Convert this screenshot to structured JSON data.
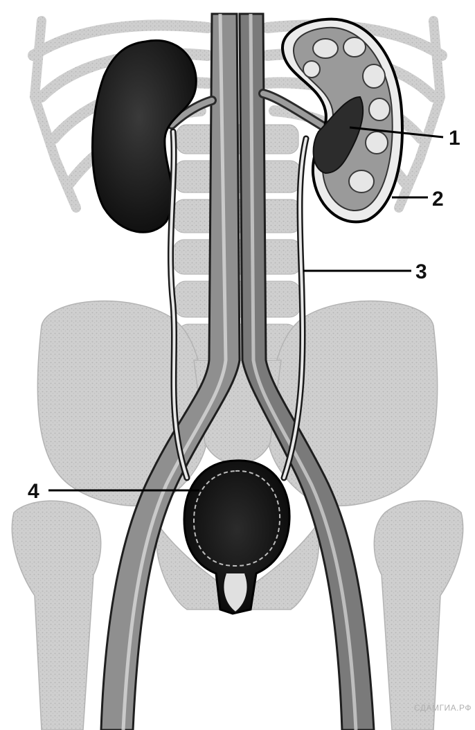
{
  "diagram": {
    "callouts": [
      {
        "id": "1",
        "label": "1"
      },
      {
        "id": "2",
        "label": "2"
      },
      {
        "id": "3",
        "label": "3"
      },
      {
        "id": "4",
        "label": "4"
      }
    ],
    "watermark": "СДАМГИА.РФ"
  },
  "colors": {
    "background": "#ffffff",
    "bone": "#c9c9c9",
    "bone_edge": "#a9a9a9",
    "kidney_dark": "#1f1f1f",
    "vessel_fill": "#8a8a8a",
    "vessel_edge": "#2a2a2a",
    "bladder": "#151515",
    "line": "#000000"
  }
}
